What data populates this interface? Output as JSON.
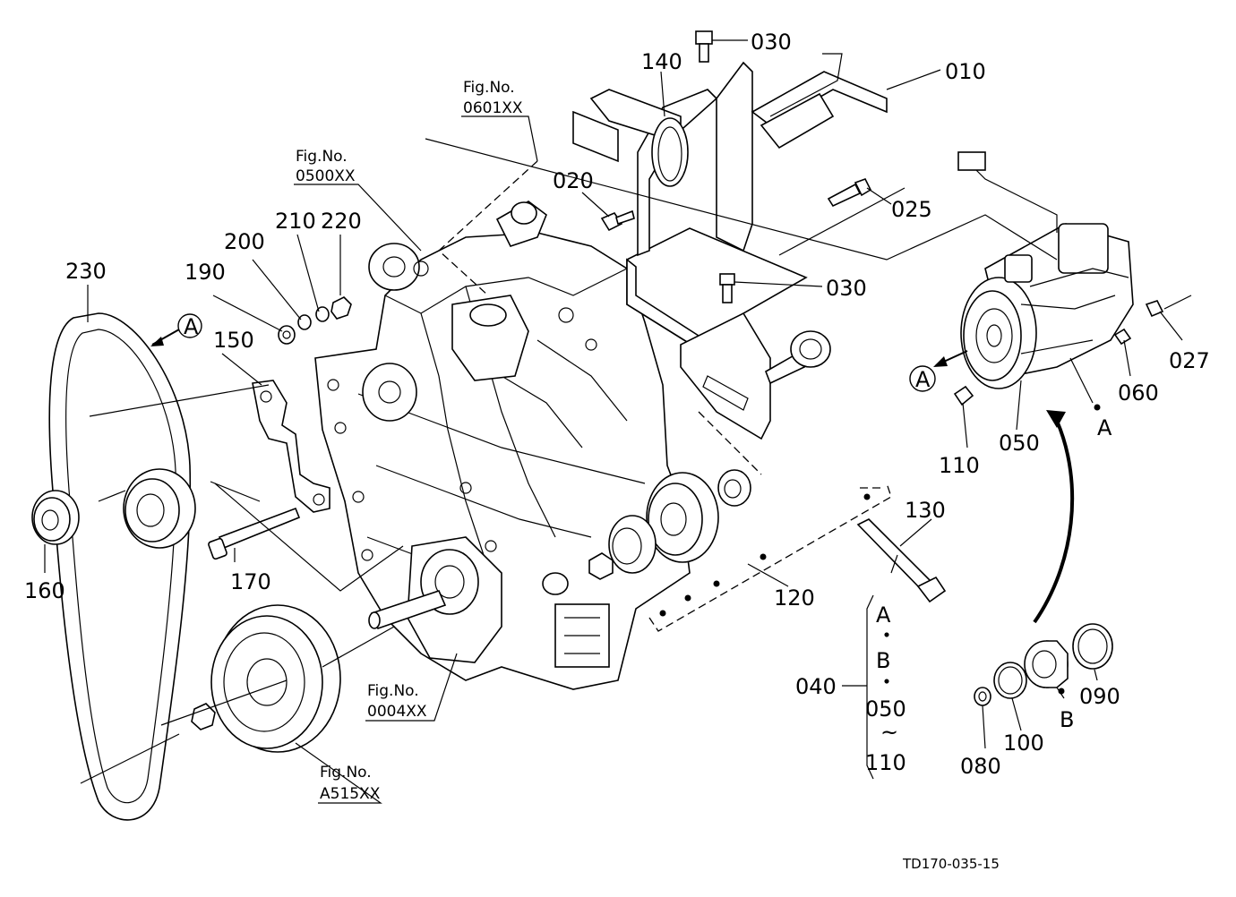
{
  "diagram": {
    "drawing_code": "TD170-035-15",
    "part_labels": {
      "p010": "010",
      "p020": "020",
      "p025": "025",
      "p027": "027",
      "p030a": "030",
      "p030b": "030",
      "p040": "040",
      "p050": "050",
      "p060": "060",
      "p080": "080",
      "p090": "090",
      "p100": "100",
      "p110": "110",
      "p120": "120",
      "p130": "130",
      "p140": "140",
      "p150": "150",
      "p160": "160",
      "p170": "170",
      "p190": "190",
      "p200": "200",
      "p210": "210",
      "p220": "220",
      "p230": "230"
    },
    "fig_refs": {
      "f0601": {
        "title": "Fig.No.",
        "code": "0601XX"
      },
      "f0500": {
        "title": "Fig.No.",
        "code": "0500XX"
      },
      "f0004": {
        "title": "Fig.No.",
        "code": "0004XX"
      },
      "fA515": {
        "title": "Fig.No.",
        "code": "A515XX"
      }
    },
    "view_markers": {
      "left_A": "A",
      "right_A": "A",
      "point_A": "A",
      "point_B": "B"
    },
    "kit_040": {
      "a": "A",
      "d1": "・",
      "b": "B",
      "d2": "・",
      "from": "050",
      "tilde": "~",
      "to": "110"
    }
  }
}
